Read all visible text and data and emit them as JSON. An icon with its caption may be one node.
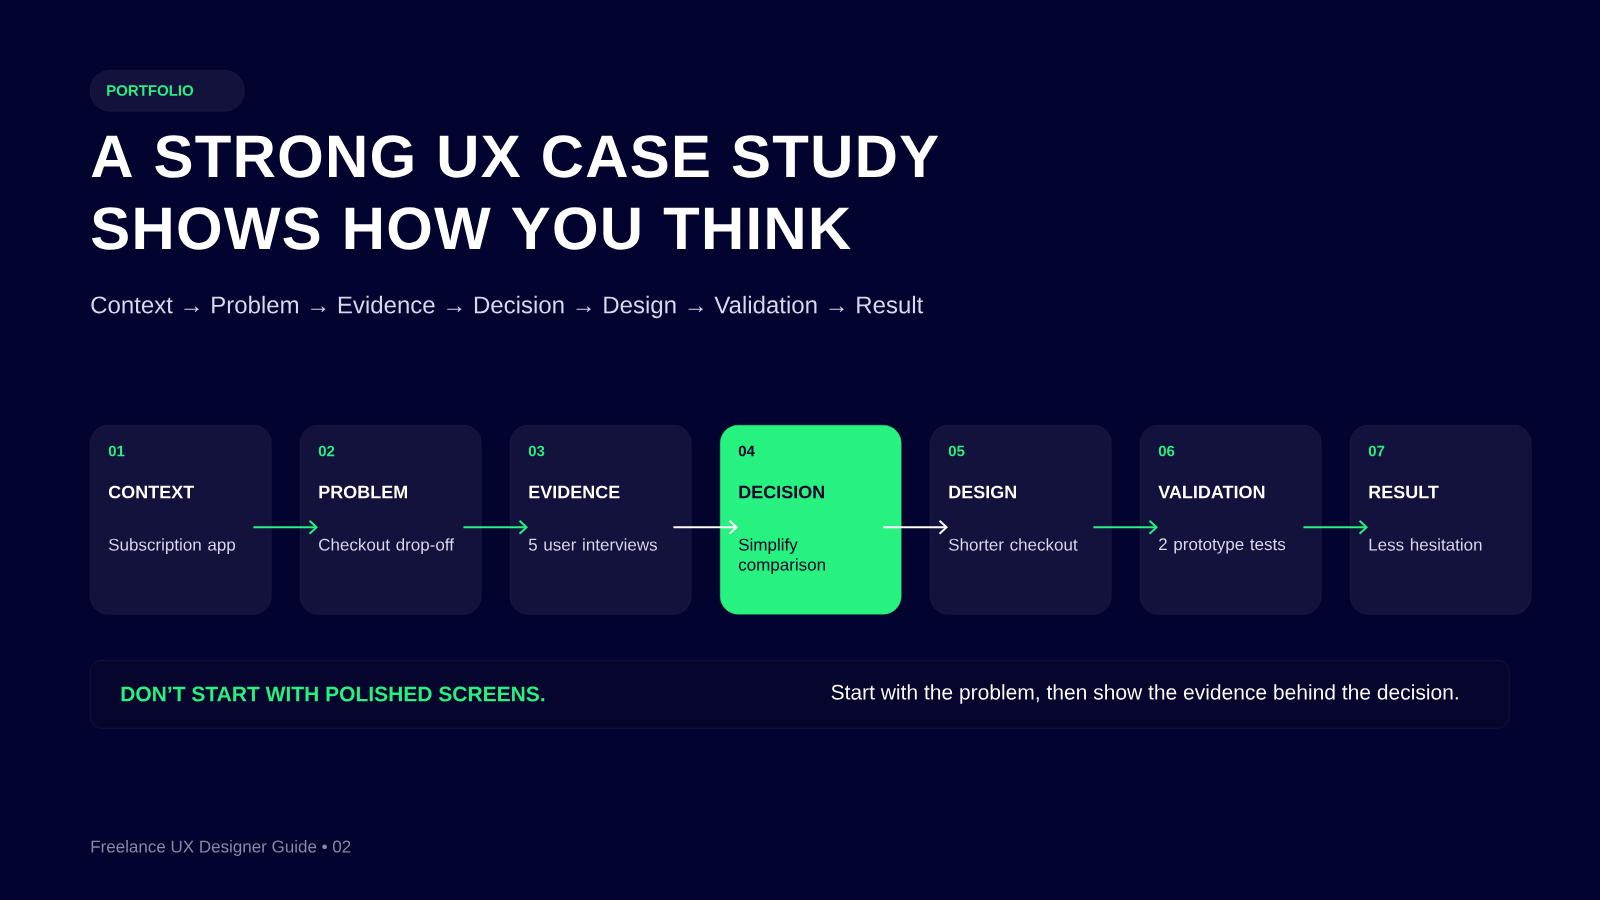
{
  "diagram": {
    "title": "A STRONG UX CASE STUDY SHOWS HOW YOU THINK",
    "nodes": [
      {
        "text": [
          "PORTFOLIO"
        ]
      },
      {
        "text": [
          "01",
          "CONTEXT",
          "Subscription app"
        ]
      },
      {
        "text": [
          "02",
          "PROBLEM",
          "Checkout drop-off"
        ]
      },
      {
        "text": [
          "03",
          "EVIDENCE",
          "5 user interviews"
        ]
      },
      {
        "text": [
          "04",
          "DECISION",
          "Simplify comparison"
        ]
      },
      {
        "text": [
          "05",
          "DESIGN",
          "Shorter checkout"
        ]
      },
      {
        "text": [
          "06",
          "VALIDATION",
          "2 prototype tests"
        ]
      },
      {
        "text": [
          "07",
          "RESULT",
          "Less hesitation"
        ]
      },
      {
        "text": [
          "DON’T START WITH POLISHED SCREENS.",
          "Start with the problem, then show the evidence behind the decision."
        ]
      }
    ],
    "edges": [
      {
        "from": 1,
        "to": 2,
        "arrow": "to"
      },
      {
        "from": 2,
        "to": 3,
        "arrow": "to"
      },
      {
        "from": 3,
        "to": 4,
        "arrow": "to",
        "color": "#ffffff"
      },
      {
        "from": 4,
        "to": 5,
        "arrow": "to",
        "color": "#ffffff"
      },
      {
        "from": 5,
        "to": 6,
        "arrow": "to"
      },
      {
        "from": 6,
        "to": 7,
        "arrow": "to"
      }
    ],
    "labels": [
      "Context → Problem → Evidence → Decision → Design → Validation → Result",
      "Freelance UX Designer Guide • 02"
    ]
  }
}
